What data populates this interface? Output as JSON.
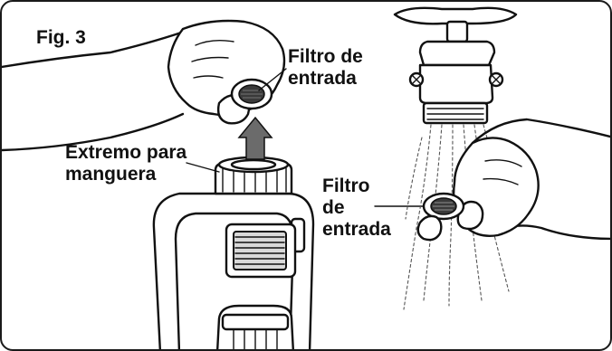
{
  "figure": {
    "title": "Fig. 3",
    "labels": {
      "filter_left": "Filtro de\nentrada",
      "hose_end": "Extremo para\nmanguera",
      "filter_right": "Filtro\nde\nentrada"
    }
  },
  "icons": {
    "arrow": "up-arrow-icon",
    "faucet": "faucet-icon",
    "water": "water-stream-icon",
    "filter": "screen-filter-icon"
  }
}
